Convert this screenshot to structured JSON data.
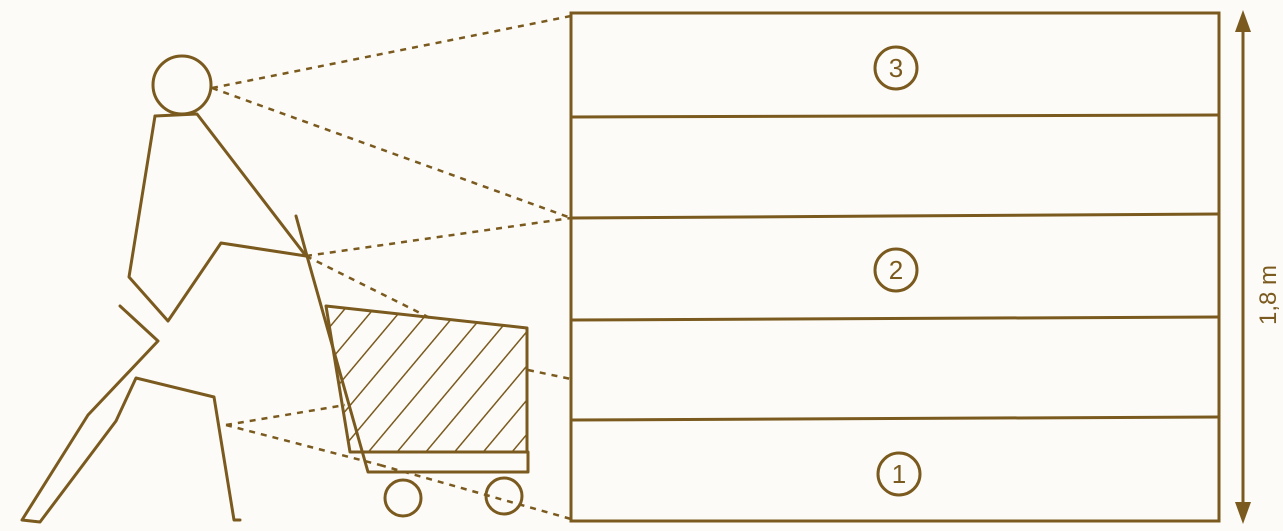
{
  "diagram": {
    "height_label": "1,8 m",
    "zones": [
      {
        "number": "3"
      },
      {
        "number": "2"
      },
      {
        "number": "1"
      }
    ],
    "colors": {
      "ink": "#7a5a1e",
      "background": "#fdfbf7"
    }
  }
}
